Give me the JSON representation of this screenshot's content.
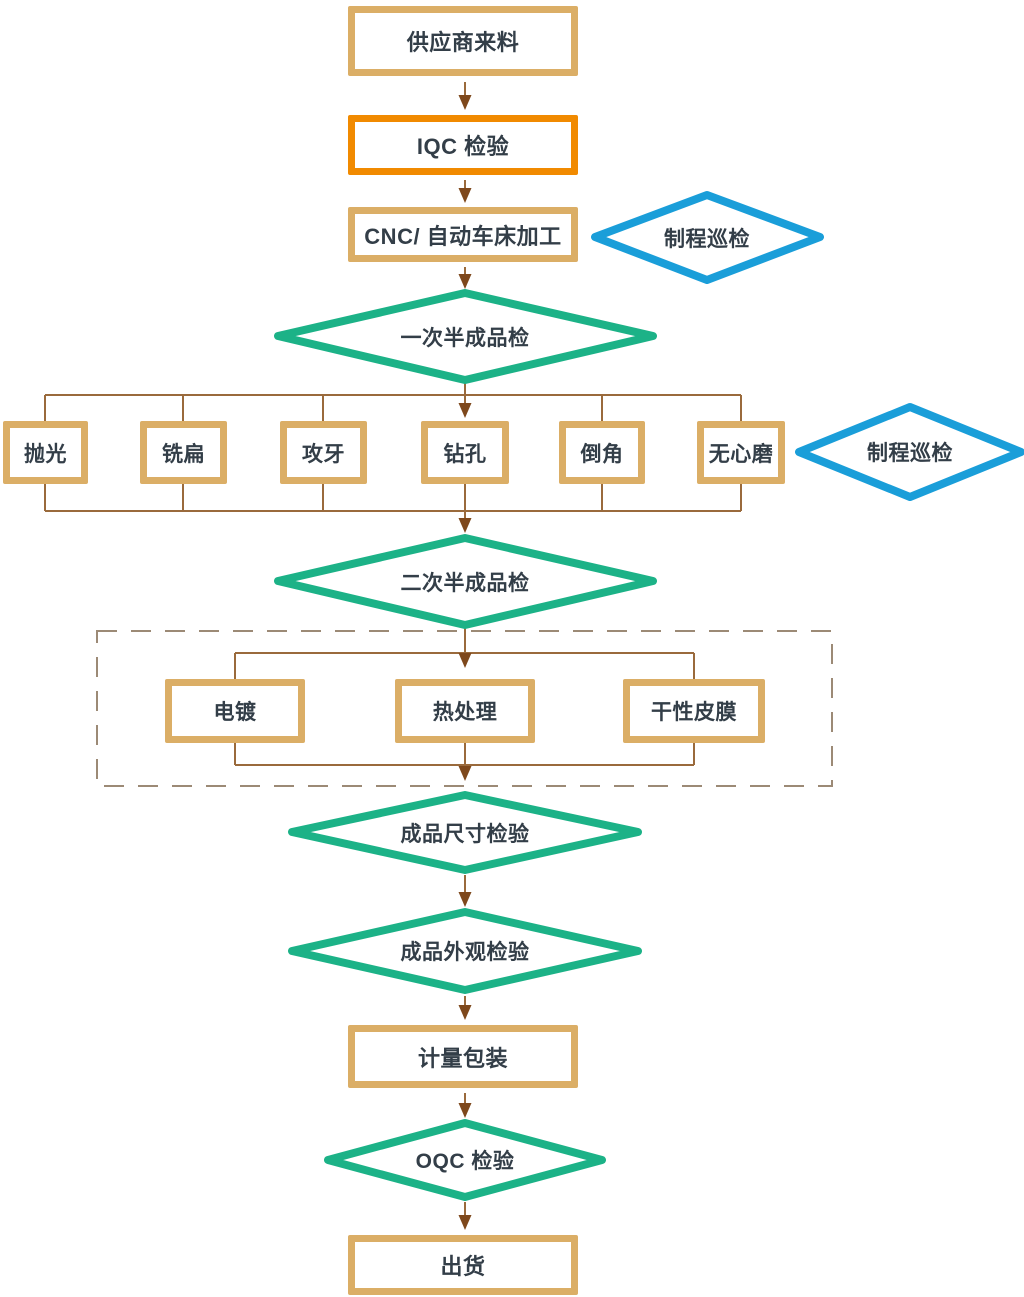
{
  "colors": {
    "tan": "#DBAE66",
    "orange": "#F18A00",
    "green": "#1CB287",
    "blue": "#1A9ED9",
    "text": "#333E48",
    "line": "#9A6A3C",
    "arrow": "#7E481C",
    "dash": "#9C8A76",
    "bg": "#FFFFFF"
  },
  "nodes": {
    "supplier": "供应商来料",
    "iqc": "IQC 检验",
    "cnc": "CNC/ 自动车床加工",
    "patrol1": "制程巡检",
    "semi1": "一次半成品检",
    "polish": "抛光",
    "mill": "铣扁",
    "tap": "攻牙",
    "drill": "钻孔",
    "chamfer": "倒角",
    "grind": "无心磨",
    "patrol2": "制程巡检",
    "semi2": "二次半成品检",
    "plating": "电镀",
    "heat": "热处理",
    "film": "干性皮膜",
    "dim_inspect": "成品尺寸检验",
    "visual_inspect": "成品外观检验",
    "packaging": "计量包装",
    "oqc": "OQC 检验",
    "ship": "出货"
  }
}
